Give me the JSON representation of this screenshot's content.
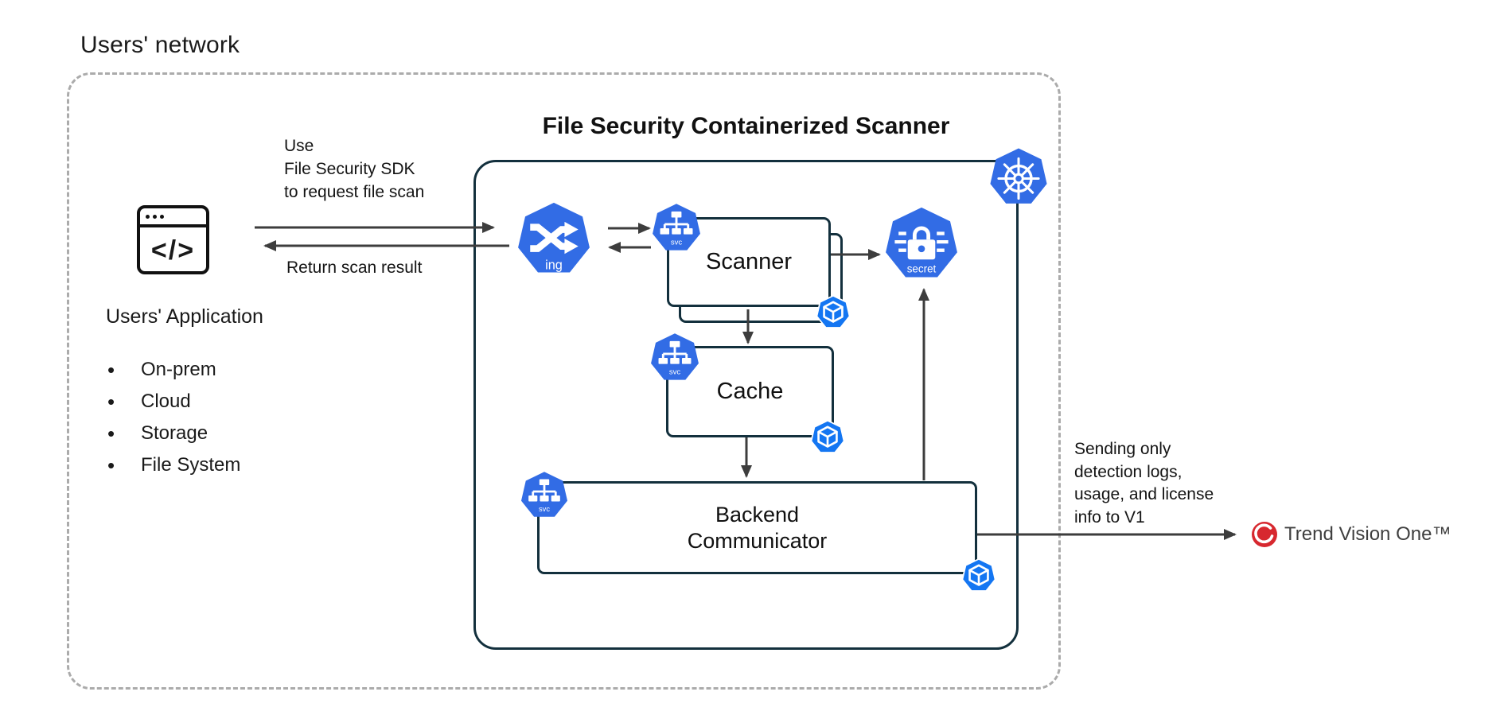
{
  "labels": {
    "network": "Users' network",
    "inner_title": "File Security Containerized Scanner"
  },
  "user_app": {
    "title": "Users' Application",
    "icon_glyph": "</>",
    "bullets": [
      "On-prem",
      "Cloud",
      "Storage",
      "File System"
    ]
  },
  "annotations": {
    "request_lines": [
      "Use",
      "File Security SDK",
      "to request file scan"
    ],
    "return_label": "Return scan result",
    "sending_lines": [
      "Sending only",
      "detection logs,",
      "usage, and license",
      "info to V1"
    ]
  },
  "components": {
    "scanner": "Scanner",
    "cache": "Cache",
    "backend_line1": "Backend",
    "backend_line2": "Communicator"
  },
  "k8s_icons": {
    "ingress_label": "ing",
    "service_label": "svc",
    "secret_label": "secret"
  },
  "external": {
    "trend_label": "Trend Vision One™"
  },
  "colors": {
    "k8s_blue": "#326ce5",
    "pod_blue": "#1476f2",
    "box_border": "#13303d",
    "arrow_gray": "#3d3d3d",
    "dashed_gray": "#ababab",
    "trend_red": "#d7282f"
  }
}
